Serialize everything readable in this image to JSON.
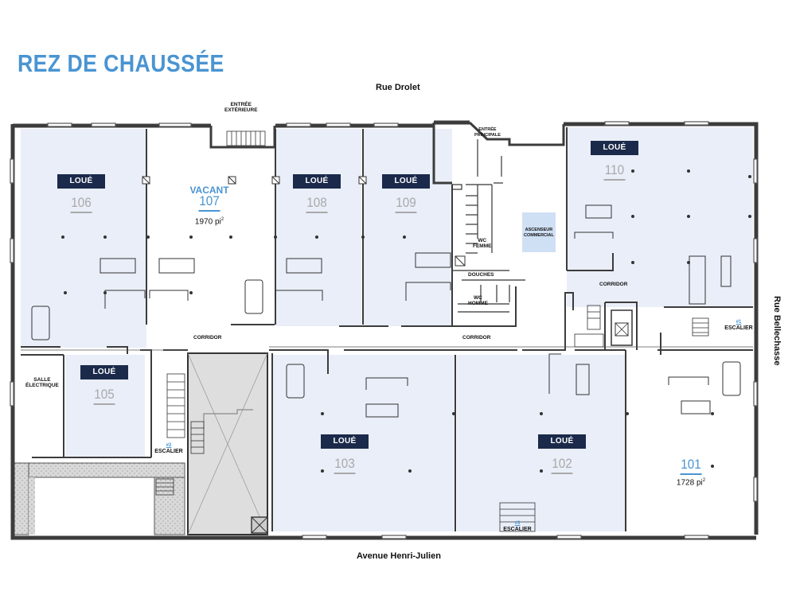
{
  "title": "REZ DE CHAUSSÉE",
  "streets": {
    "north": "Rue Drolet",
    "south": "Avenue Henri-Julien",
    "east": "Rue Bellechasse"
  },
  "colors": {
    "accent_blue": "#4a94d2",
    "badge_navy": "#1b2a4a",
    "unit_fill": "#e9eef8",
    "wall": "#3c3c3c",
    "commercial_elevator_fill": "#cfe0f4"
  },
  "units": [
    {
      "number": "106",
      "status": "LOUÉ"
    },
    {
      "number": "107",
      "status": "VACANT",
      "area": "1970 pi"
    },
    {
      "number": "108",
      "status": "LOUÉ"
    },
    {
      "number": "109",
      "status": "LOUÉ"
    },
    {
      "number": "110",
      "status": "LOUÉ"
    },
    {
      "number": "105",
      "status": "LOUÉ"
    },
    {
      "number": "103",
      "status": "LOUÉ"
    },
    {
      "number": "102",
      "status": "LOUÉ"
    },
    {
      "number": "101",
      "status": "",
      "area": "1728 pi"
    }
  ],
  "area_superscript": "2",
  "labels": {
    "entree_exterieure_1": "ENTRÉE",
    "entree_exterieure_2": "EXTÉRIEURE",
    "entree_principale_1": "ENTRÉE",
    "entree_principale_2": "PRINCIPALE",
    "ascenseur_1": "ASCENSEUR",
    "ascenseur_2": "COMMERCIAL",
    "wc": "WC",
    "femme": "FEMME",
    "homme": "HOMME",
    "douches": "DOUCHES",
    "corridor": "CORRIDOR",
    "salle_1": "SALLE",
    "salle_2": "ÉLECTRIQUE",
    "escalier": "ESCALIER"
  },
  "stairs": [
    {
      "id": "#1",
      "label": "ESCALIER"
    },
    {
      "id": "#2",
      "label": "ESCALIER"
    },
    {
      "id": "#3",
      "label": "ESCALIER"
    }
  ]
}
